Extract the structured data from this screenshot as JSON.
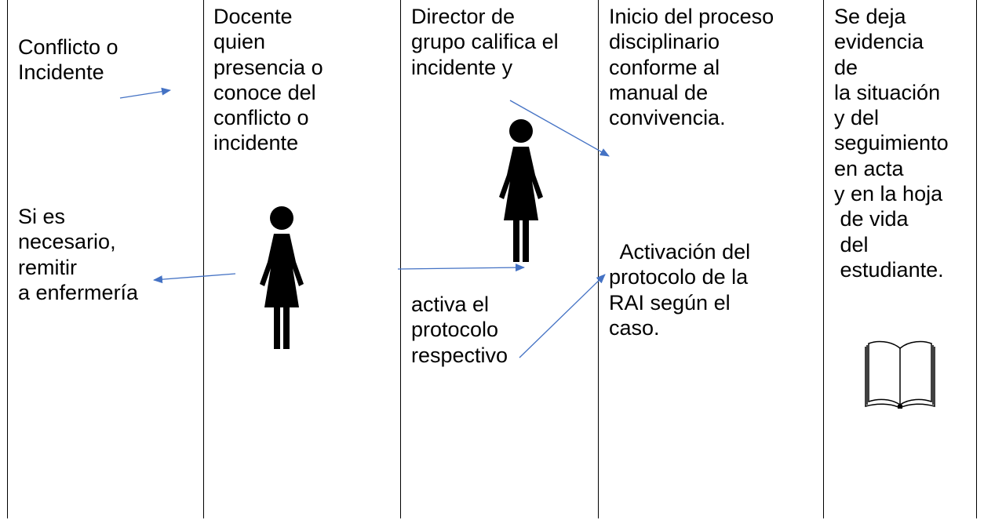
{
  "colors": {
    "border": "#000000",
    "arrow": "#4472C4",
    "text": "#000000"
  },
  "icons": {
    "person": "woman-silhouette-icon",
    "book": "open-book-icon"
  },
  "columns": [
    {
      "blocks": [
        {
          "lines": [
            "Conflicto o",
            "Incidente"
          ]
        },
        {
          "lines": [
            "Si es",
            "necesario,",
            "remitir",
            "a enfermería"
          ]
        }
      ]
    },
    {
      "blocks": [
        {
          "lines": [
            "Docente",
            "quien",
            "presencia o",
            "conoce del",
            "conflicto o",
            "incidente"
          ]
        }
      ]
    },
    {
      "blocks": [
        {
          "lines": [
            "Director de",
            "grupo califica el",
            "incidente y"
          ]
        },
        {
          "lines": [
            "activa el",
            "protocolo",
            "respectivo"
          ]
        }
      ]
    },
    {
      "blocks": [
        {
          "lines": [
            "Inicio del proceso",
            "disciplinario",
            "conforme al",
            "manual de",
            "convivencia."
          ]
        },
        {
          "lines": [
            "  Activación del",
            "protocolo de la",
            "RAI según el",
            "caso."
          ]
        }
      ]
    },
    {
      "blocks": [
        {
          "lines": [
            "Se deja",
            "evidencia",
            "de",
            "la situación",
            "y del",
            "seguimiento",
            "en acta",
            "y en la hoja",
            " de vida",
            " del",
            " estudiante."
          ]
        }
      ]
    }
  ]
}
